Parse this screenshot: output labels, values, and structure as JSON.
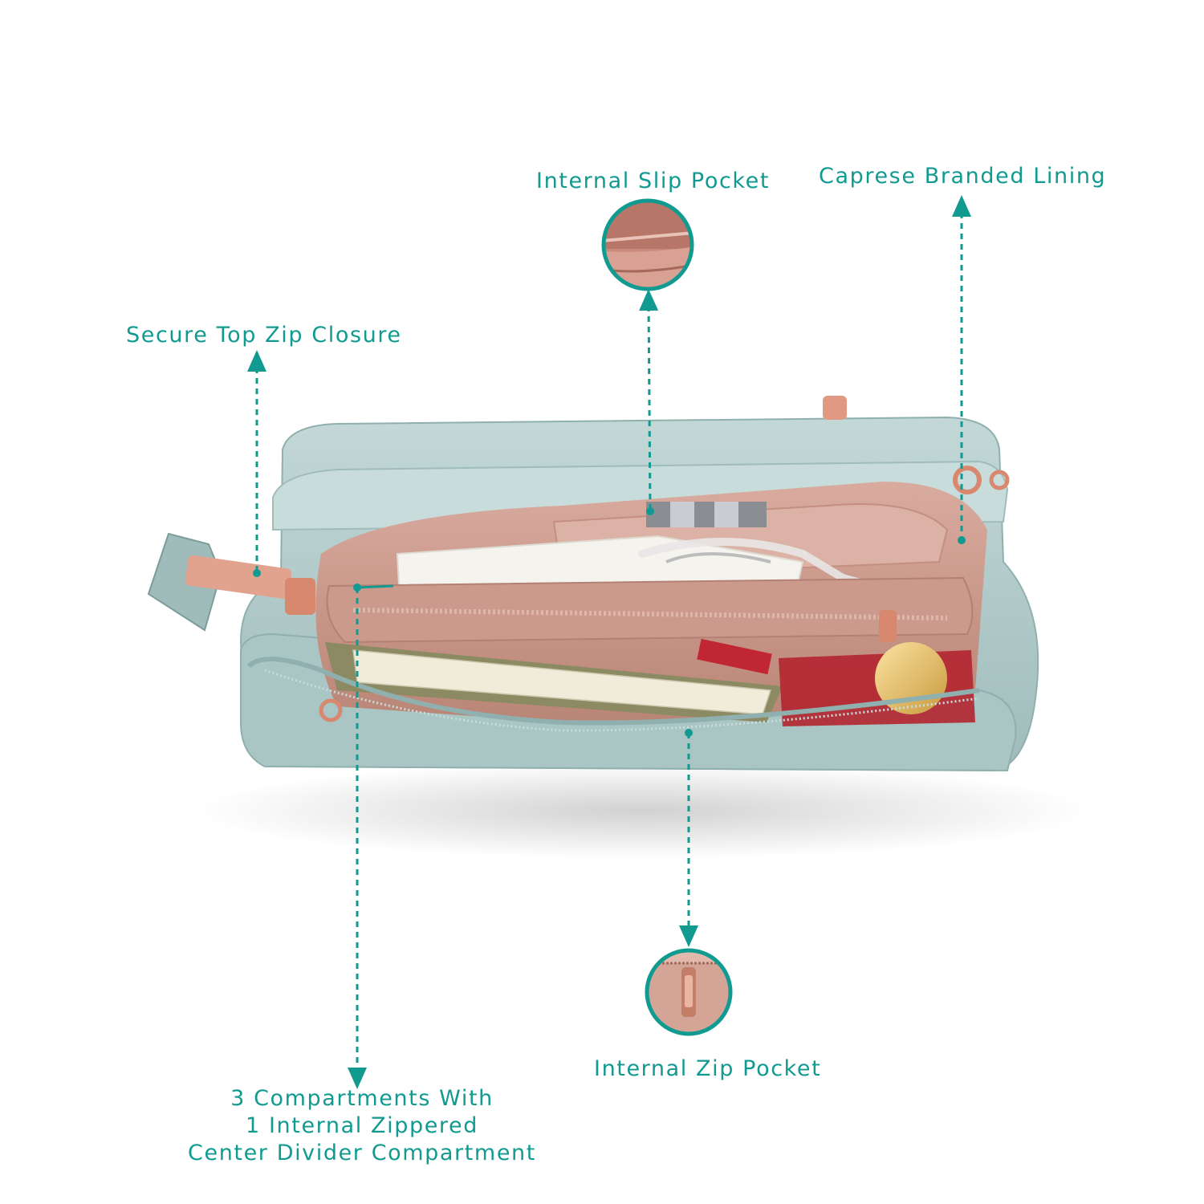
{
  "colors": {
    "accent": "#119a90",
    "bag_body": "#b5cdcc",
    "lining": "#cf9a8c",
    "hardware": "#d98870"
  },
  "callouts": {
    "internal_slip_pocket": "Internal Slip Pocket",
    "caprese_branded_lining": "Caprese Branded Lining",
    "secure_top_zip_closure": "Secure Top Zip Closure",
    "internal_zip_pocket": "Internal Zip Pocket",
    "compartments": [
      "3 Compartments With",
      "1 Internal Zippered",
      "Center Divider Compartment"
    ]
  }
}
